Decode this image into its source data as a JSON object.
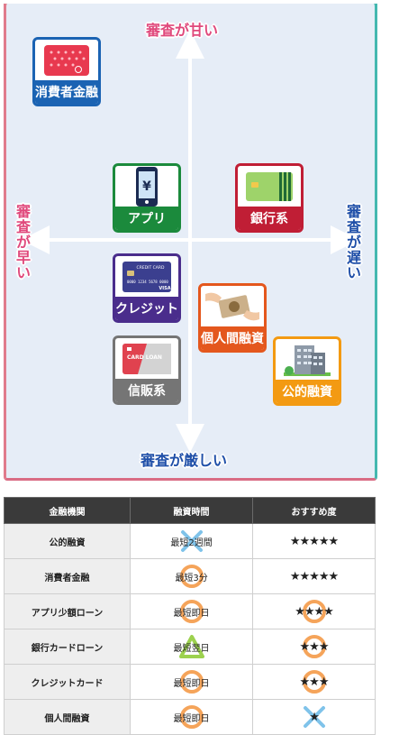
{
  "diagram": {
    "axis_top": "審査が甘い",
    "axis_bottom": "審査が厳しい",
    "axis_left": "審査が早い",
    "axis_right": "審査が遅い",
    "cards": {
      "consumer_finance": {
        "label": "消費者金融",
        "color": "#1b63b3"
      },
      "app": {
        "label": "アプリ",
        "color": "#1b8a3c"
      },
      "bank": {
        "label": "銀行系",
        "color": "#c01e35"
      },
      "credit": {
        "label": "クレジット",
        "color": "#4a2d8c"
      },
      "personal": {
        "label": "個人間融資",
        "color": "#e4571d"
      },
      "shinpan": {
        "label": "信販系",
        "color": "#757575"
      },
      "public": {
        "label": "公的融資",
        "color": "#f39a12"
      }
    },
    "card_texts": {
      "credit_card_title": "CREDIT CARD",
      "credit_card_number": "0000 1234 5678 0000",
      "credit_card_brand": "VISA",
      "loan_card_title": "CARD LOAN",
      "yen_sign": "¥"
    }
  },
  "table": {
    "headers": [
      "金融機関",
      "融資時間",
      "おすすめ度"
    ],
    "rows": [
      {
        "name": "公的融資",
        "time": "最短2週間",
        "time_mark": "cross",
        "stars": "★★★★★",
        "stars_mark": "none"
      },
      {
        "name": "消費者金融",
        "time": "最短3分",
        "time_mark": "circle",
        "stars": "★★★★★",
        "stars_mark": "none"
      },
      {
        "name": "アプリ少額ローン",
        "time": "最短即日",
        "time_mark": "circle",
        "stars": "★★★★",
        "stars_mark": "circle"
      },
      {
        "name": "銀行カードローン",
        "time": "最短翌日",
        "time_mark": "triangle",
        "stars": "★★★",
        "stars_mark": "circle"
      },
      {
        "name": "クレジットカード",
        "time": "最短即日",
        "time_mark": "circle",
        "stars": "★★★",
        "stars_mark": "circle"
      },
      {
        "name": "個人間融資",
        "time": "最短即日",
        "time_mark": "circle",
        "stars": "★",
        "stars_mark": "cross"
      }
    ],
    "mark_colors": {
      "circle": "#f5a45a",
      "triangle": "#9cd14e",
      "cross": "#7fc3ea"
    }
  },
  "colors": {
    "top_stripes": [
      "#e07b8c",
      "#f2a3b0",
      "#f5c08a",
      "#9cd3c9",
      "#44b8b0"
    ],
    "axis_line": "#ffffff"
  }
}
